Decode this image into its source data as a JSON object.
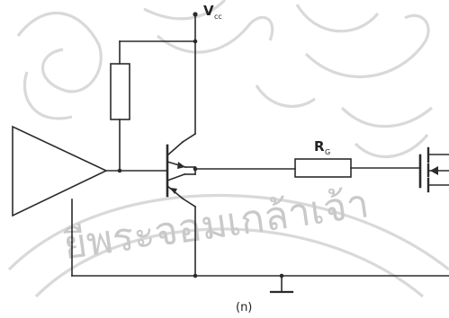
{
  "diagram": {
    "supply_label": {
      "main": "V",
      "sub": "cc"
    },
    "gate_resistor_label": {
      "main": "R",
      "sub": "G"
    },
    "caption": "(n)",
    "watermark": {
      "script_text": "ยีพระจอมเกล้าเจ้า"
    }
  },
  "colors": {
    "background": "#ffffff",
    "wire": "#2b2b2b",
    "watermark": "#d9d9d9"
  }
}
